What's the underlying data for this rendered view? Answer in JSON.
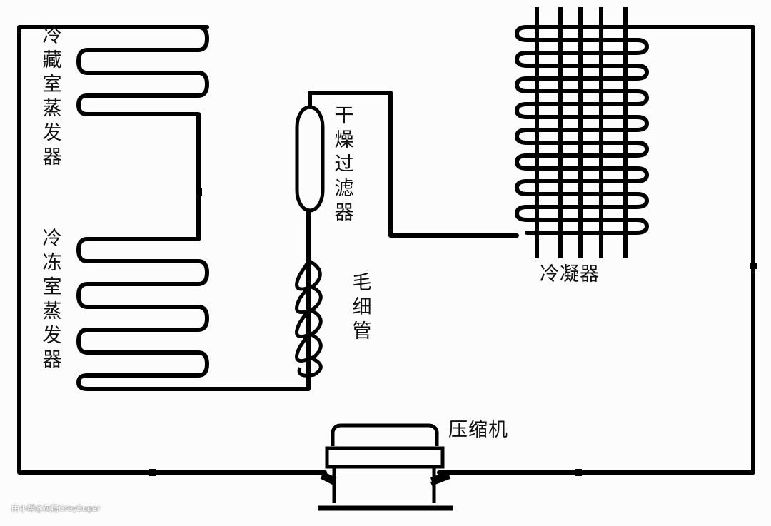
{
  "labels": {
    "fridge_evaporator": "冷藏室蒸发器",
    "freezer_evaporator": "冷冻室蒸发器",
    "dryer_filter": "干燥过滤器",
    "capillary_tube": "毛细管",
    "condenser": "冷凝器",
    "compressor": "压缩机"
  },
  "watermark": "由小帮@灰糖GreySugar"
}
